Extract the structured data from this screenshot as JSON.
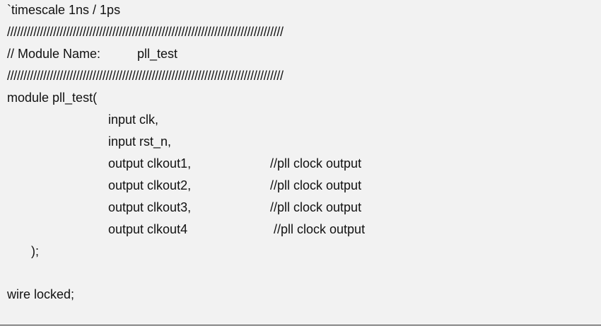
{
  "code": {
    "timescale": "`timescale 1ns / 1ps",
    "separator": "////////////////////////////////////////////////////////////////////////////////////",
    "module_name_label": "// Module Name:",
    "module_name_value": "pll_test",
    "module_decl": "module pll_test(",
    "ports": [
      {
        "port": "input clk,",
        "comment": ""
      },
      {
        "port": "input rst_n,",
        "comment": ""
      },
      {
        "port": "output clkout1,",
        "comment": "//pll clock output"
      },
      {
        "port": "output clkout2,",
        "comment": "//pll clock output"
      },
      {
        "port": "output clkout3,",
        "comment": "//pll clock output"
      },
      {
        "port": "output clkout4",
        "comment": "//pll clock output"
      }
    ],
    "close_paren": ");",
    "wire_decl": "wire locked;"
  },
  "colors": {
    "background": "#f2f2f2",
    "text": "#111111"
  }
}
